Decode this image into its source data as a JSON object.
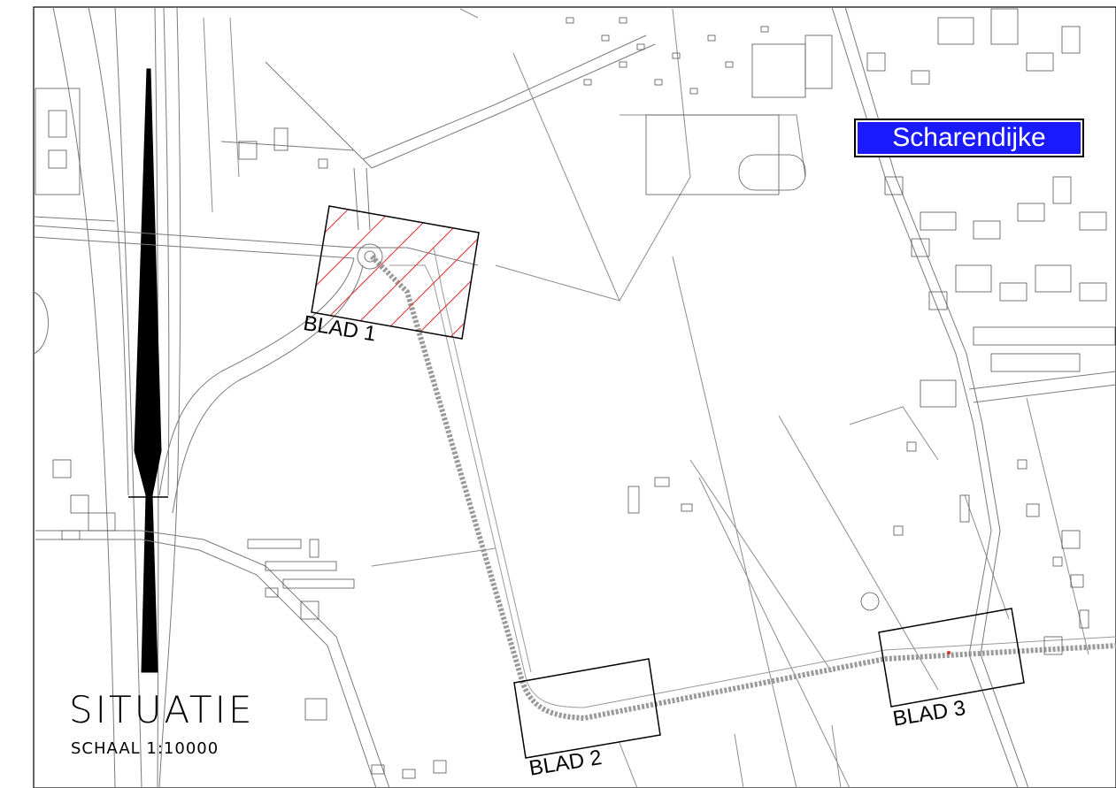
{
  "map": {
    "town_name": "Scharendijke",
    "title": "SITUATIE",
    "scale": "SCHAAL 1:10000",
    "sheets": [
      {
        "label": "BLAD 1",
        "hatched": true
      },
      {
        "label": "BLAD 2",
        "hatched": false
      },
      {
        "label": "BLAD 3",
        "hatched": false
      }
    ],
    "colors": {
      "road_line": "#7a7a7a",
      "building_line": "#555555",
      "hatch": "#e03030",
      "town_label_bg": "#1a1aff",
      "frame": "#000000"
    }
  }
}
